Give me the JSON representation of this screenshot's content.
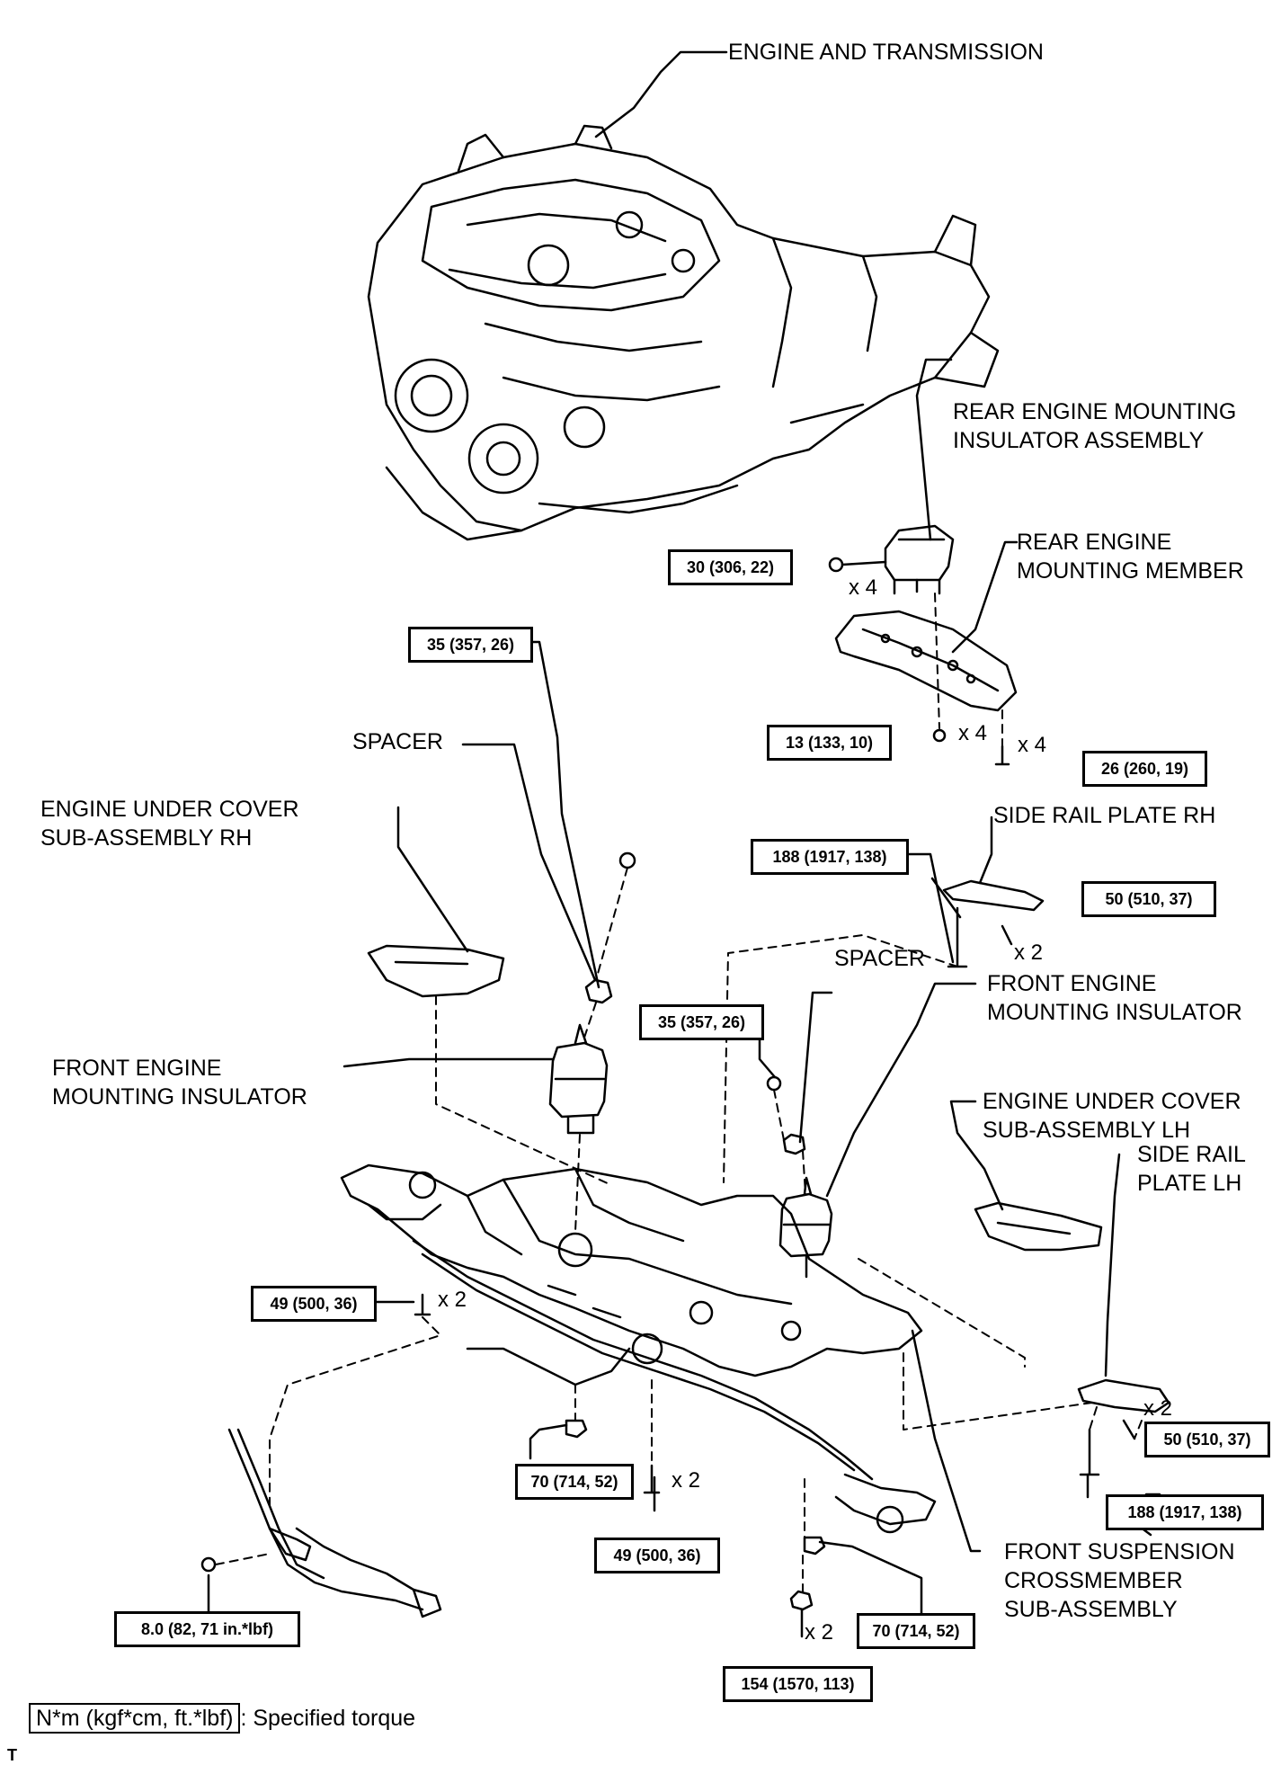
{
  "labels": {
    "engine_transmission": [
      "ENGINE AND TRANSMISSION"
    ],
    "rear_insulator": [
      "REAR ENGINE MOUNTING",
      "INSULATOR ASSEMBLY"
    ],
    "rear_member": [
      "REAR ENGINE",
      "MOUNTING MEMBER"
    ],
    "spacer_left": [
      "SPACER"
    ],
    "under_cover_rh": [
      "ENGINE UNDER COVER",
      "SUB-ASSEMBLY RH"
    ],
    "side_rail_rh": [
      "SIDE RAIL PLATE RH"
    ],
    "spacer_right": [
      "SPACER"
    ],
    "front_insulator_right": [
      "FRONT ENGINE",
      "MOUNTING INSULATOR"
    ],
    "front_insulator_left": [
      "FRONT ENGINE",
      "MOUNTING INSULATOR"
    ],
    "under_cover_lh": [
      "ENGINE UNDER COVER",
      "SUB-ASSEMBLY LH"
    ],
    "side_rail_lh": [
      "SIDE RAIL",
      "PLATE LH"
    ],
    "crossmember": [
      "FRONT SUSPENSION",
      "CROSSMEMBER",
      "SUB-ASSEMBLY"
    ]
  },
  "torques": {
    "rear_insulator_bolt": "30 (306, 22)",
    "spacer_nut_left": "35 (357, 26)",
    "rear_member_nut": "13 (133, 10)",
    "rear_member_bolt": "26 (260, 19)",
    "side_rail_rh_long_bolt": "188 (1917, 138)",
    "side_rail_rh_bolt": "50 (510, 37)",
    "spacer_nut_right": "35 (357, 26)",
    "crossmember_left_bolt": "49 (500, 36)",
    "crossmember_nut_left": "70 (714, 52)",
    "crossmember_bolt_center": "49 (500, 36)",
    "harness_bolt": "8.0 (82, 71 in.*lbf)",
    "crossmember_nut_right": "70 (714, 52)",
    "crossmember_bolt_bottom": "154 (1570, 113)",
    "side_rail_lh_bolt": "50 (510, 37)",
    "side_rail_lh_long_bolt": "188 (1917, 138)"
  },
  "quantities": {
    "rear_insulator_bolt": "x 4",
    "rear_member_nut": "x 4",
    "rear_member_bolt": "x 4",
    "side_rail_rh_bolt": "x 2",
    "crossmember_left_bolt": "x 2",
    "crossmember_bolt_center": "x 2",
    "crossmember_bolt_bottom": "x 2",
    "side_rail_lh_bolt": "x 2"
  },
  "legend": {
    "units": "N*m (kgf*cm, ft.*lbf)",
    "description": ": Specified torque"
  },
  "corner_mark": "T"
}
